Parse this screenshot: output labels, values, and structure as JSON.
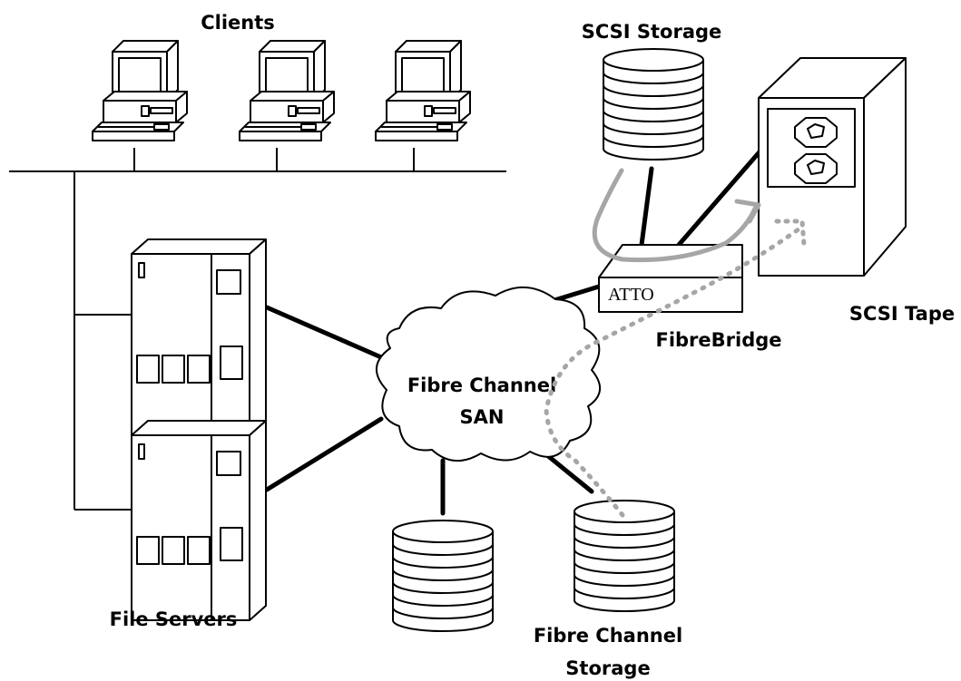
{
  "labels": {
    "clients": "Clients",
    "scsi_storage": "SCSI Storage",
    "scsi_tape": "SCSI Tape",
    "fibrebridge": "FibreBridge",
    "atto": "ATTO",
    "fc_san_line1": "Fibre Channel",
    "fc_san_line2": "SAN",
    "file_servers": "File Servers",
    "fc_storage_line1": "Fibre Channel",
    "fc_storage_line2": "Storage"
  },
  "colors": {
    "line": "#000000",
    "data_path": "#a6a6a6",
    "background": "#ffffff"
  }
}
